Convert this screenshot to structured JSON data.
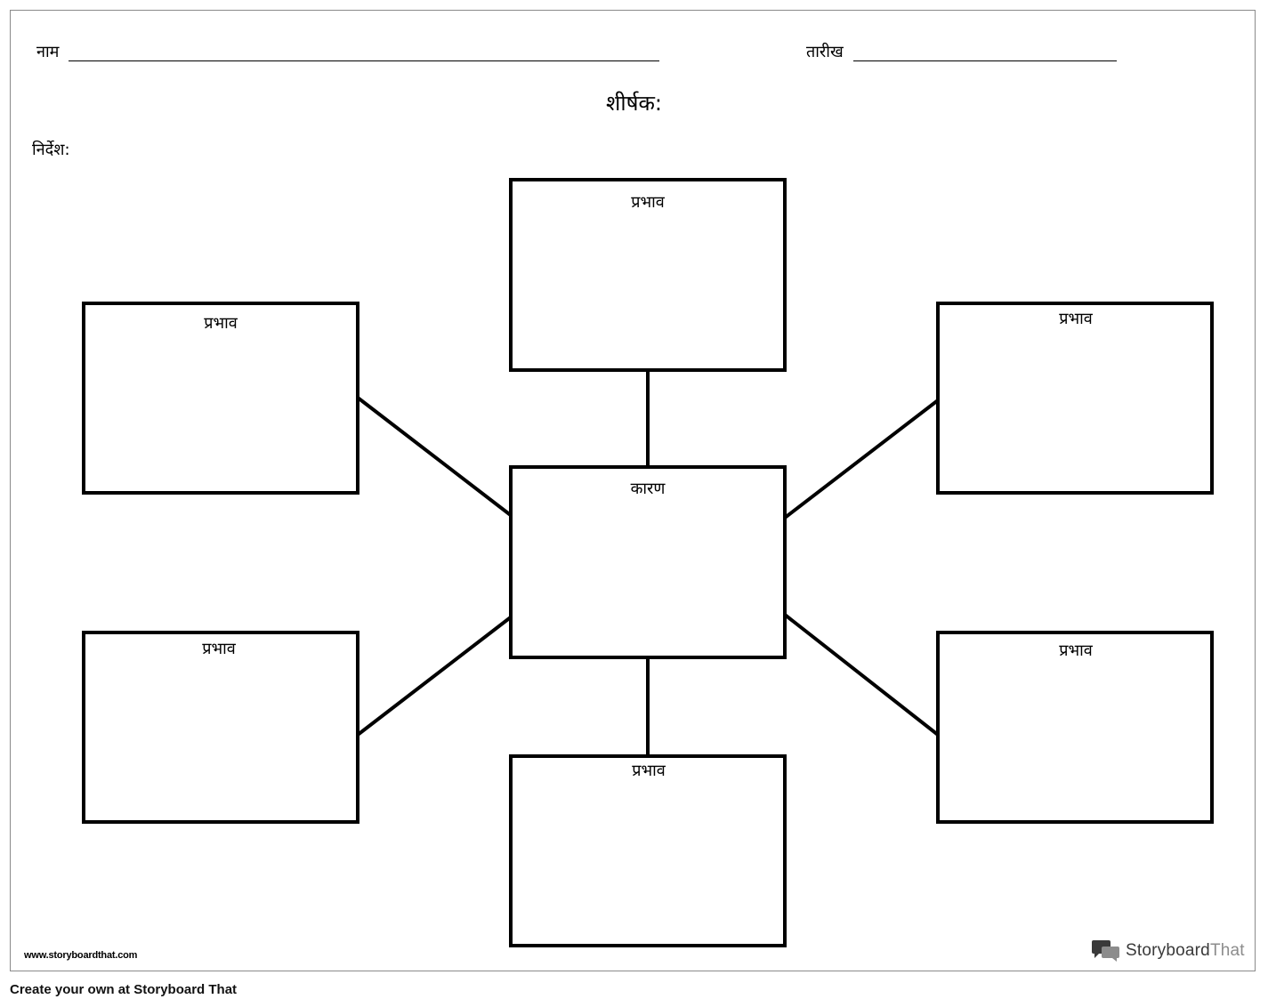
{
  "worksheet": {
    "name_label": "नाम",
    "date_label": "तारीख",
    "title": "शीर्षक:",
    "instructions": "निर्देश:"
  },
  "diagram": {
    "center_label": "कारण",
    "effect_labels": {
      "top": "प्रभाव",
      "upper_left": "प्रभाव",
      "upper_right": "प्रभाव",
      "lower_left": "प्रभाव",
      "lower_right": "प्रभाव",
      "bottom": "प्रभाव"
    }
  },
  "branding": {
    "site_url": "www.storyboardthat.com",
    "logo_text_main": "Storyboard",
    "logo_text_light": "That",
    "footer": "Create your own at Storyboard That"
  }
}
